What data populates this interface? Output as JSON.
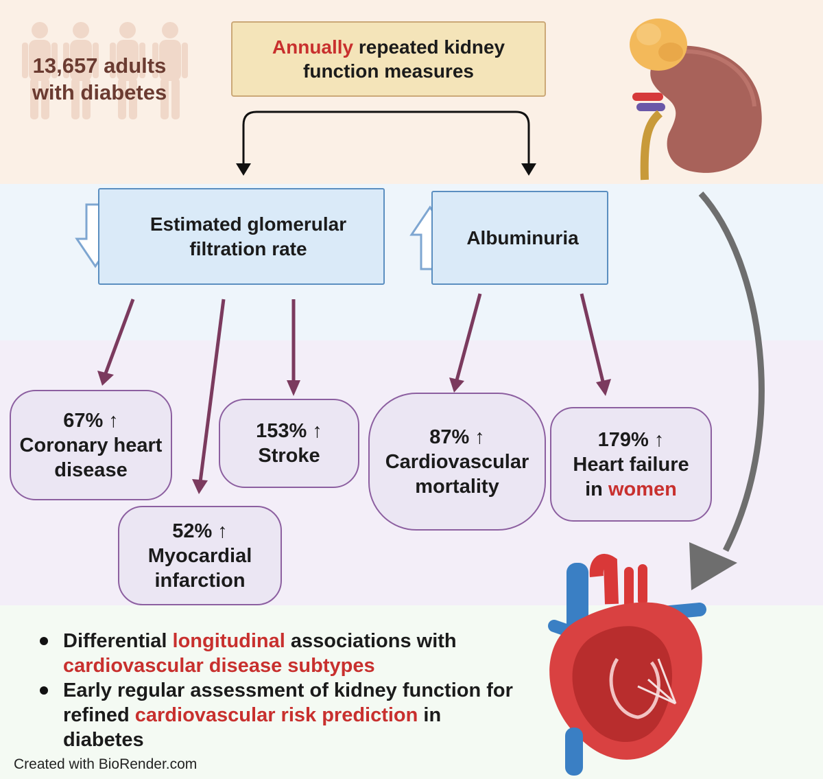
{
  "cohort": {
    "line1": "13,657 adults",
    "line2": "with diabetes"
  },
  "measures": {
    "highlight": "Annually",
    "line1_rest": " repeated kidney",
    "line2": "function measures"
  },
  "egfr": {
    "line1": "Estimated glomerular",
    "line2": "filtration rate",
    "direction": "down"
  },
  "albuminuria": {
    "label": "Albuminuria",
    "direction": "up"
  },
  "outcomes": {
    "chd": {
      "change": "67% ↑",
      "line1": "Coronary heart",
      "line2": "disease"
    },
    "mi": {
      "change": "52% ↑",
      "line1": "Myocardial",
      "line2": "infarction"
    },
    "stroke": {
      "change": "153% ↑",
      "line1": "Stroke"
    },
    "cv_mortality": {
      "change": "87% ↑",
      "line1": "Cardiovascular",
      "line2": "mortality"
    },
    "heart_failure": {
      "change": "179% ↑",
      "line1": "Heart failure",
      "line2_pre": "in ",
      "line2_highlight": "women"
    }
  },
  "conclusions": [
    {
      "pre": "Differential ",
      "highlight1": "longitudinal",
      "mid": " associations with ",
      "highlight2": "cardiovascular disease subtypes"
    },
    {
      "pre": "Early regular assessment of kidney function for refined ",
      "highlight": "cardiovascular risk prediction",
      "post": " in diabetes"
    }
  ],
  "credit": "Created with BioRender.com",
  "icons": [
    "human-silhouette-icon",
    "kidney-icon",
    "heart-icon",
    "down-arrow-icon",
    "up-arrow-icon"
  ],
  "colors": {
    "highlight": "#c8302e",
    "arrow_purple": "#7b3a5e",
    "box_blue": "#daeaf8",
    "box_purple": "#ebe6f3",
    "measure_box": "#f4e4b9"
  }
}
